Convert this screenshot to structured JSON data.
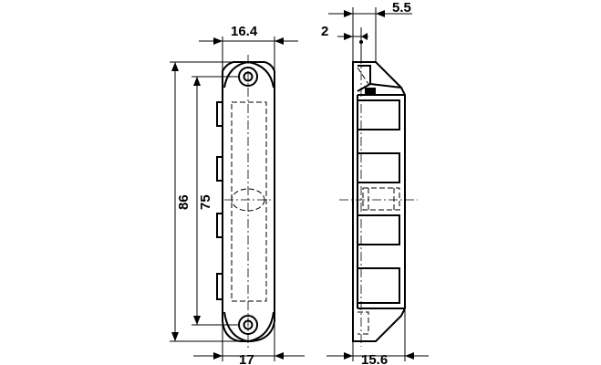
{
  "dimensions": {
    "front_width_top": "16.4",
    "front_width_bottom": "17",
    "overall_height": "86",
    "hole_spacing": "75",
    "side_offset": "2",
    "side_top_depth": "5.5",
    "side_depth": "15.6"
  }
}
